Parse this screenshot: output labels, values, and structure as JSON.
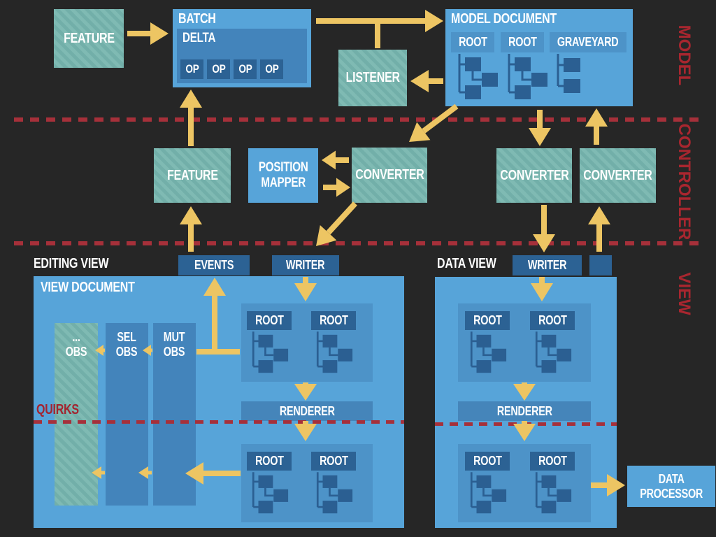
{
  "layers": {
    "model_label": "MODEL",
    "controller_label": "CONTROLLER",
    "view_label": "VIEW"
  },
  "model": {
    "feature": "FEATURE",
    "batch": "BATCH",
    "delta": "DELTA",
    "ops": [
      "OP",
      "OP",
      "OP",
      "OP"
    ],
    "listener": "LISTENER",
    "model_document": {
      "title": "MODEL DOCUMENT",
      "roots": [
        "ROOT",
        "ROOT",
        "GRAVEYARD"
      ]
    }
  },
  "controller": {
    "feature": "FEATURE",
    "position_mapper": "POSITION\nMAPPER",
    "converter_left": "CONVERTER",
    "converter_mid": "CONVERTER",
    "converter_right": "CONVERTER"
  },
  "view": {
    "editing": {
      "heading": "EDITING VIEW",
      "document_title": "VIEW DOCUMENT",
      "events": "EVENTS",
      "writer": "WRITER",
      "observers": [
        "...\nOBS",
        "SEL\nOBS",
        "MUT\nOBS"
      ],
      "upper_roots": [
        "ROOT",
        "ROOT"
      ],
      "renderer": "RENDERER",
      "quirks": "QUIRKS",
      "lower_roots": [
        "ROOT",
        "ROOT"
      ]
    },
    "data": {
      "heading": "DATA VIEW",
      "writer": "WRITER",
      "upper_roots": [
        "ROOT",
        "ROOT"
      ],
      "renderer": "RENDERER",
      "lower_roots": [
        "ROOT",
        "ROOT"
      ],
      "processor": "DATA\nPROCESSOR"
    }
  },
  "colors": {
    "background": "#262626",
    "box_blue": "#57a4d9",
    "inner_blue": "#4384bb",
    "panel_blue": "#4d93c8",
    "dark_blue": "#2c6294",
    "teal": "#72afa9",
    "arrow_yellow": "#edc563",
    "divider_red": "#a6303a",
    "label_red": "#a8262f"
  }
}
